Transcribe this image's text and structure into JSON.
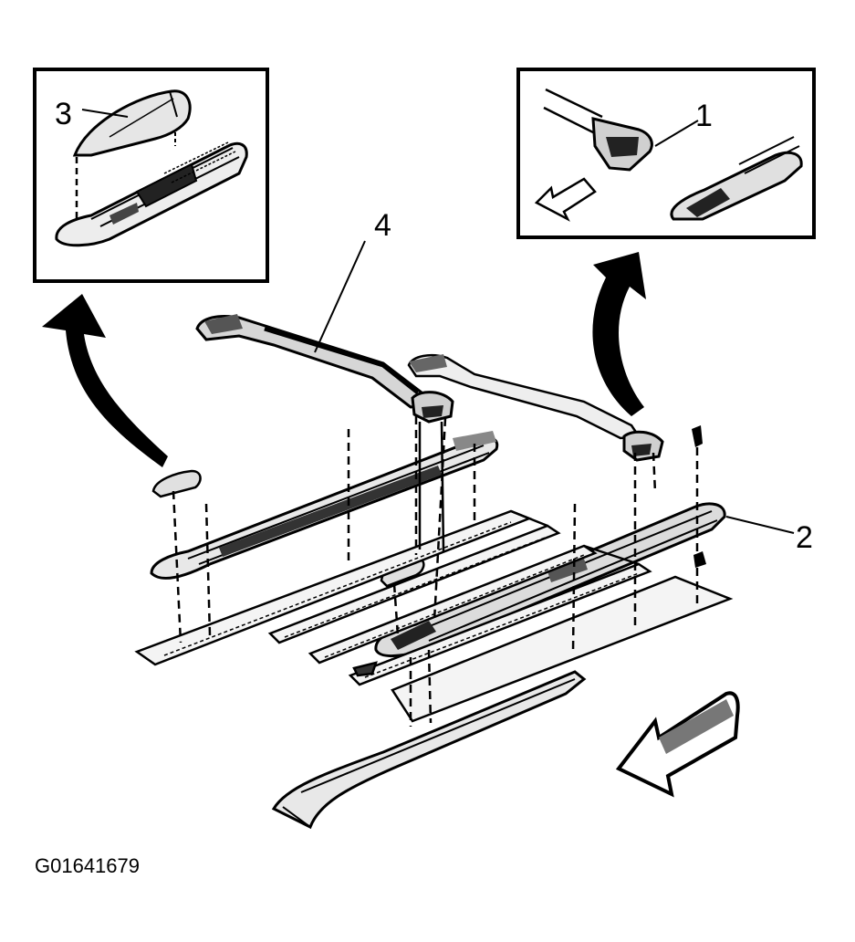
{
  "callouts": {
    "one": "1",
    "two": "2",
    "three": "3",
    "four": "4"
  },
  "figure_id": "G01641679",
  "colors": {
    "ink": "#000000",
    "paper": "#ffffff",
    "shade": "#d9d9d9",
    "dark_shade": "#8c8c8c"
  }
}
